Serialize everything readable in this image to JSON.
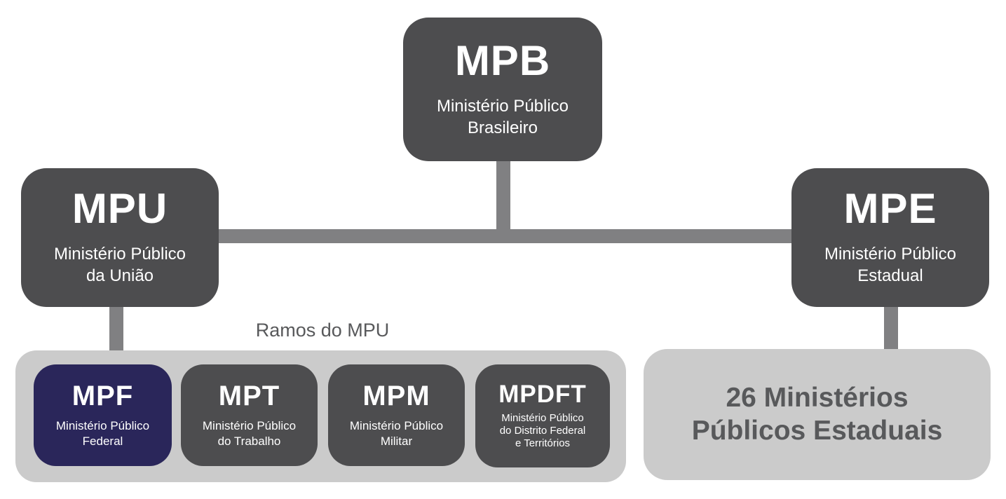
{
  "colors": {
    "dark_box": "#4D4D4F",
    "navy_box": "#2A265A",
    "light_panel": "#CBCBCB",
    "connector": "#808082",
    "text_on_dark": "#FFFFFF",
    "text_on_light": "#58595B"
  },
  "nodes": {
    "mpb": {
      "acronym": "MPB",
      "name": "Ministério Público\nBrasileiro"
    },
    "mpu": {
      "acronym": "MPU",
      "name": "Ministério Público\nda União"
    },
    "mpe": {
      "acronym": "MPE",
      "name": "Ministério Público\nEstadual"
    },
    "mpf": {
      "acronym": "MPF",
      "name": "Ministério Público\nFederal"
    },
    "mpt": {
      "acronym": "MPT",
      "name": "Ministério Público\ndo Trabalho"
    },
    "mpm": {
      "acronym": "MPM",
      "name": "Ministério Público\nMilitar"
    },
    "mpdft": {
      "acronym": "MPDFT",
      "name": "Ministério Público\ndo Distrito Federal\ne Territórios"
    }
  },
  "labels": {
    "ramos_group": "Ramos do MPU",
    "estaduais_node": "26 Ministérios\nPúblicos Estaduais"
  }
}
